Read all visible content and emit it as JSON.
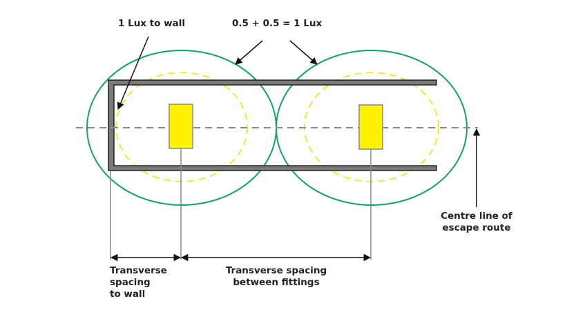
{
  "labels": {
    "wall_lux": "1 Lux to wall",
    "overlap_lux": "0.5 + 0.5 = 1 Lux",
    "centre_line_1": "Centre line of",
    "centre_line_2": "escape route",
    "spacing_wall_1": "Transverse",
    "spacing_wall_2": "spacing",
    "spacing_wall_3": "to wall",
    "spacing_between_1": "Transverse spacing",
    "spacing_between_2": "between fittings"
  },
  "colors": {
    "coverage": "#12a36a",
    "fitting": "#fff200",
    "dashed_zone": "#f5e400",
    "wall": "#7a7a7a",
    "centre_line": "#8a8a8a"
  }
}
